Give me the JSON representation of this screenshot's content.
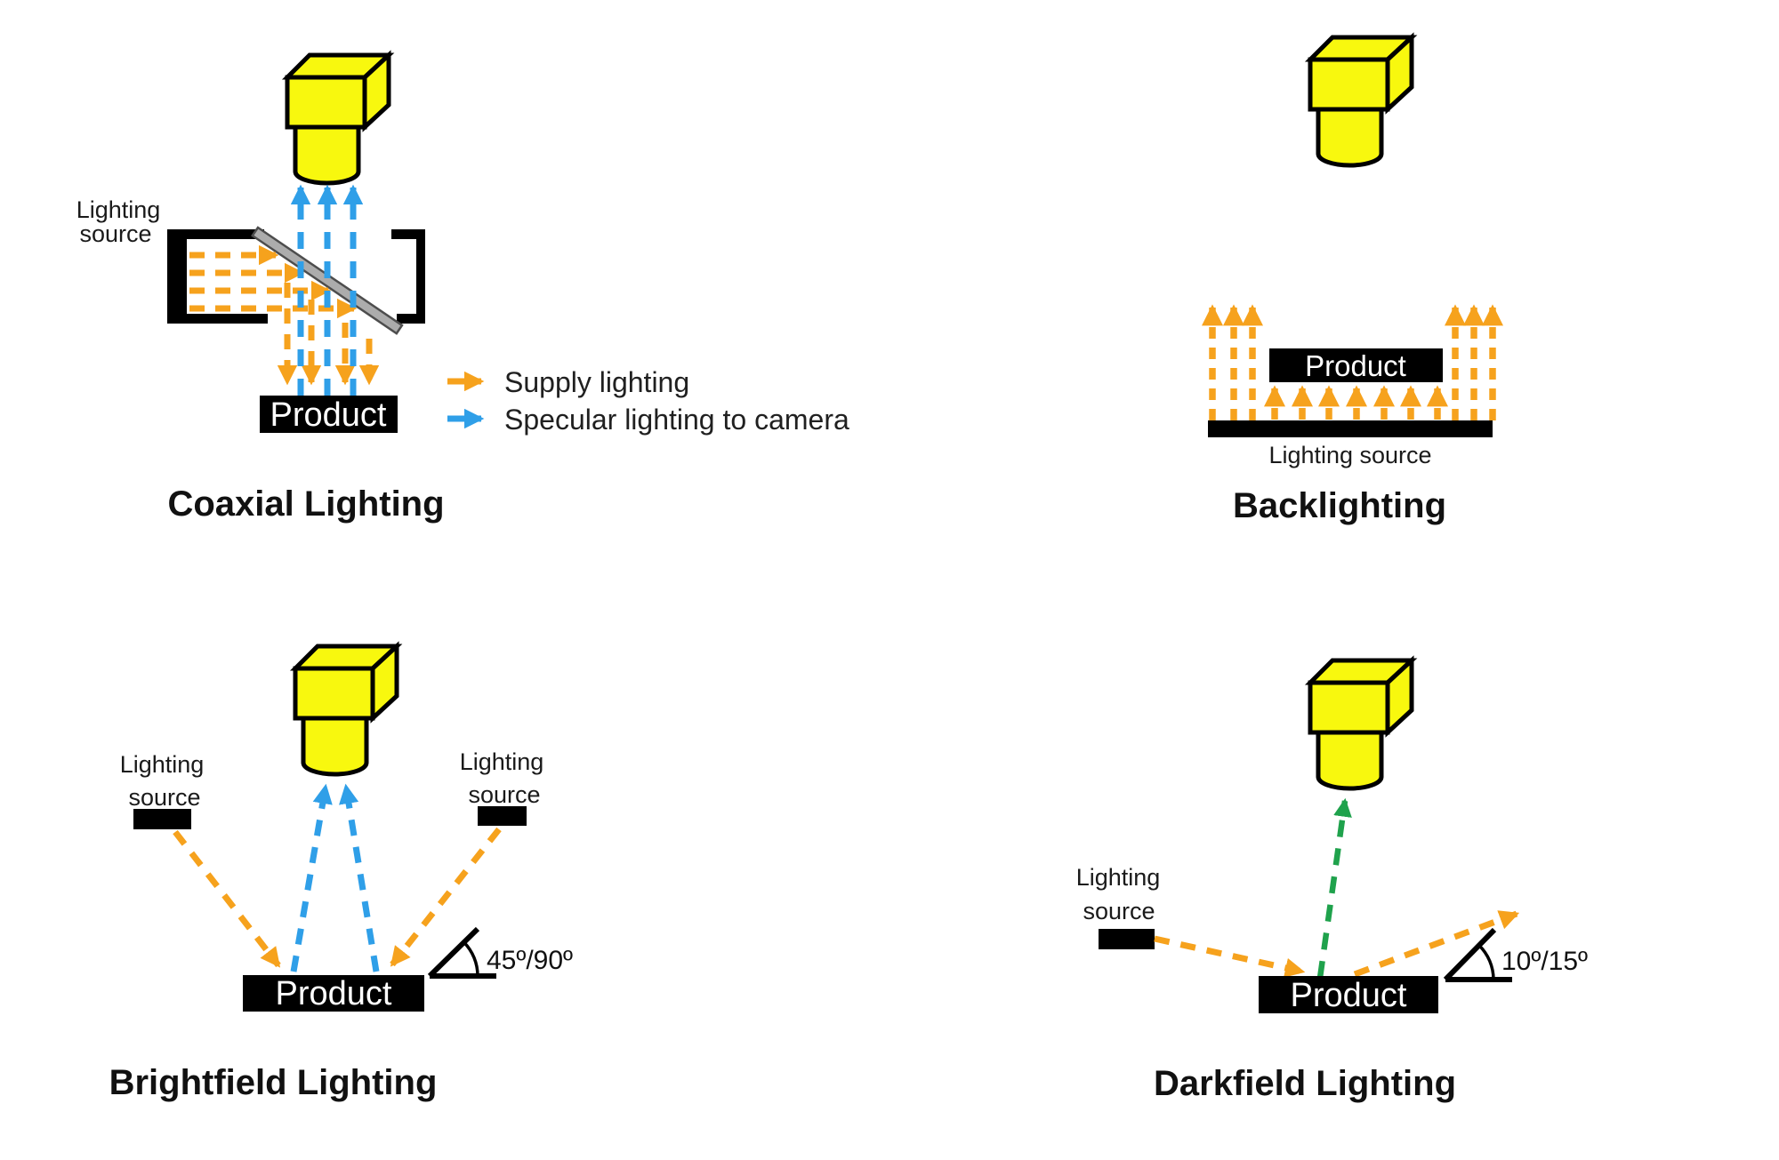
{
  "colors": {
    "supply_orange": "#F6A21D",
    "specular_blue": "#2F9FE8",
    "reflect_green": "#1FA24C",
    "device_yellow": "#F8F80E",
    "mirror_gray": "#ACACAC",
    "product_bg": "#000000",
    "product_text": "#FFFFFF",
    "text": "#111111"
  },
  "legend": {
    "supply_label": "Supply lighting",
    "specular_label": "Specular lighting to camera"
  },
  "panels": {
    "coaxial": {
      "title": "Coaxial Lighting",
      "source_line1": "Lighting",
      "source_line2": "source",
      "product_label": "Product"
    },
    "backlighting": {
      "title": "Backlighting",
      "source_label": "Lighting source",
      "product_label": "Product"
    },
    "brightfield": {
      "title": "Brightfield Lighting",
      "left_source_line1": "Lighting",
      "left_source_line2": "source",
      "right_source_line1": "Lighting",
      "right_source_line2": "source",
      "product_label": "Product",
      "angle_label": "45º/90º"
    },
    "darkfield": {
      "title": "Darkfield Lighting",
      "source_line1": "Lighting",
      "source_line2": "source",
      "product_label": "Product",
      "angle_label": "10º/15º"
    }
  }
}
